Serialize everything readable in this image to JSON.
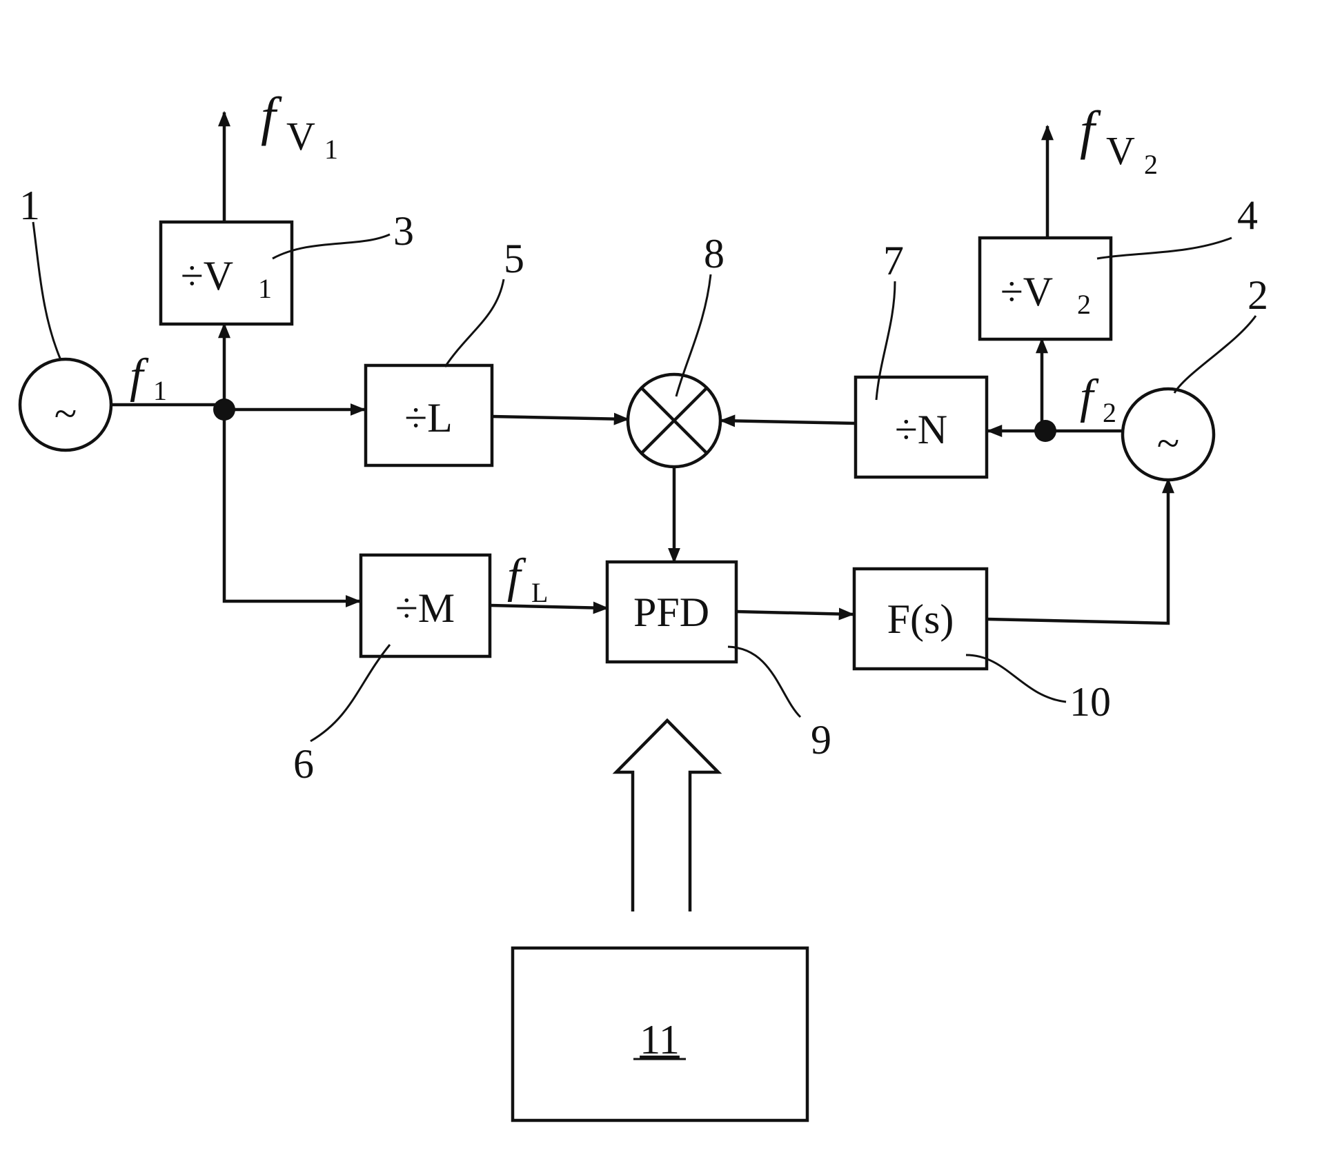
{
  "blocks": {
    "div_v1": {
      "label": "÷V",
      "sub": "1"
    },
    "div_v2": {
      "label": "÷V",
      "sub": "2"
    },
    "div_l": {
      "label": "÷L"
    },
    "div_m": {
      "label": "÷M"
    },
    "div_n": {
      "label": "÷N"
    },
    "pfd": {
      "label": "PFD"
    },
    "filter": {
      "label": "F(s)"
    },
    "controller": {
      "label": "11"
    }
  },
  "oscillators": {
    "osc1": {
      "symbol": "~"
    },
    "osc2": {
      "symbol": "~"
    }
  },
  "signals": {
    "fv1": {
      "main": "f",
      "sub": "V",
      "subsub": "1"
    },
    "fv2": {
      "main": "f",
      "sub": "V",
      "subsub": "2"
    },
    "f1": {
      "main": "f",
      "sub": "1"
    },
    "f2": {
      "main": "f",
      "sub": "2"
    },
    "fl": {
      "main": "f",
      "sub": "L"
    }
  },
  "refs": {
    "r1": "1",
    "r2": "2",
    "r3": "3",
    "r4": "4",
    "r5": "5",
    "r6": "6",
    "r7": "7",
    "r8": "8",
    "r9": "9",
    "r10": "10"
  }
}
